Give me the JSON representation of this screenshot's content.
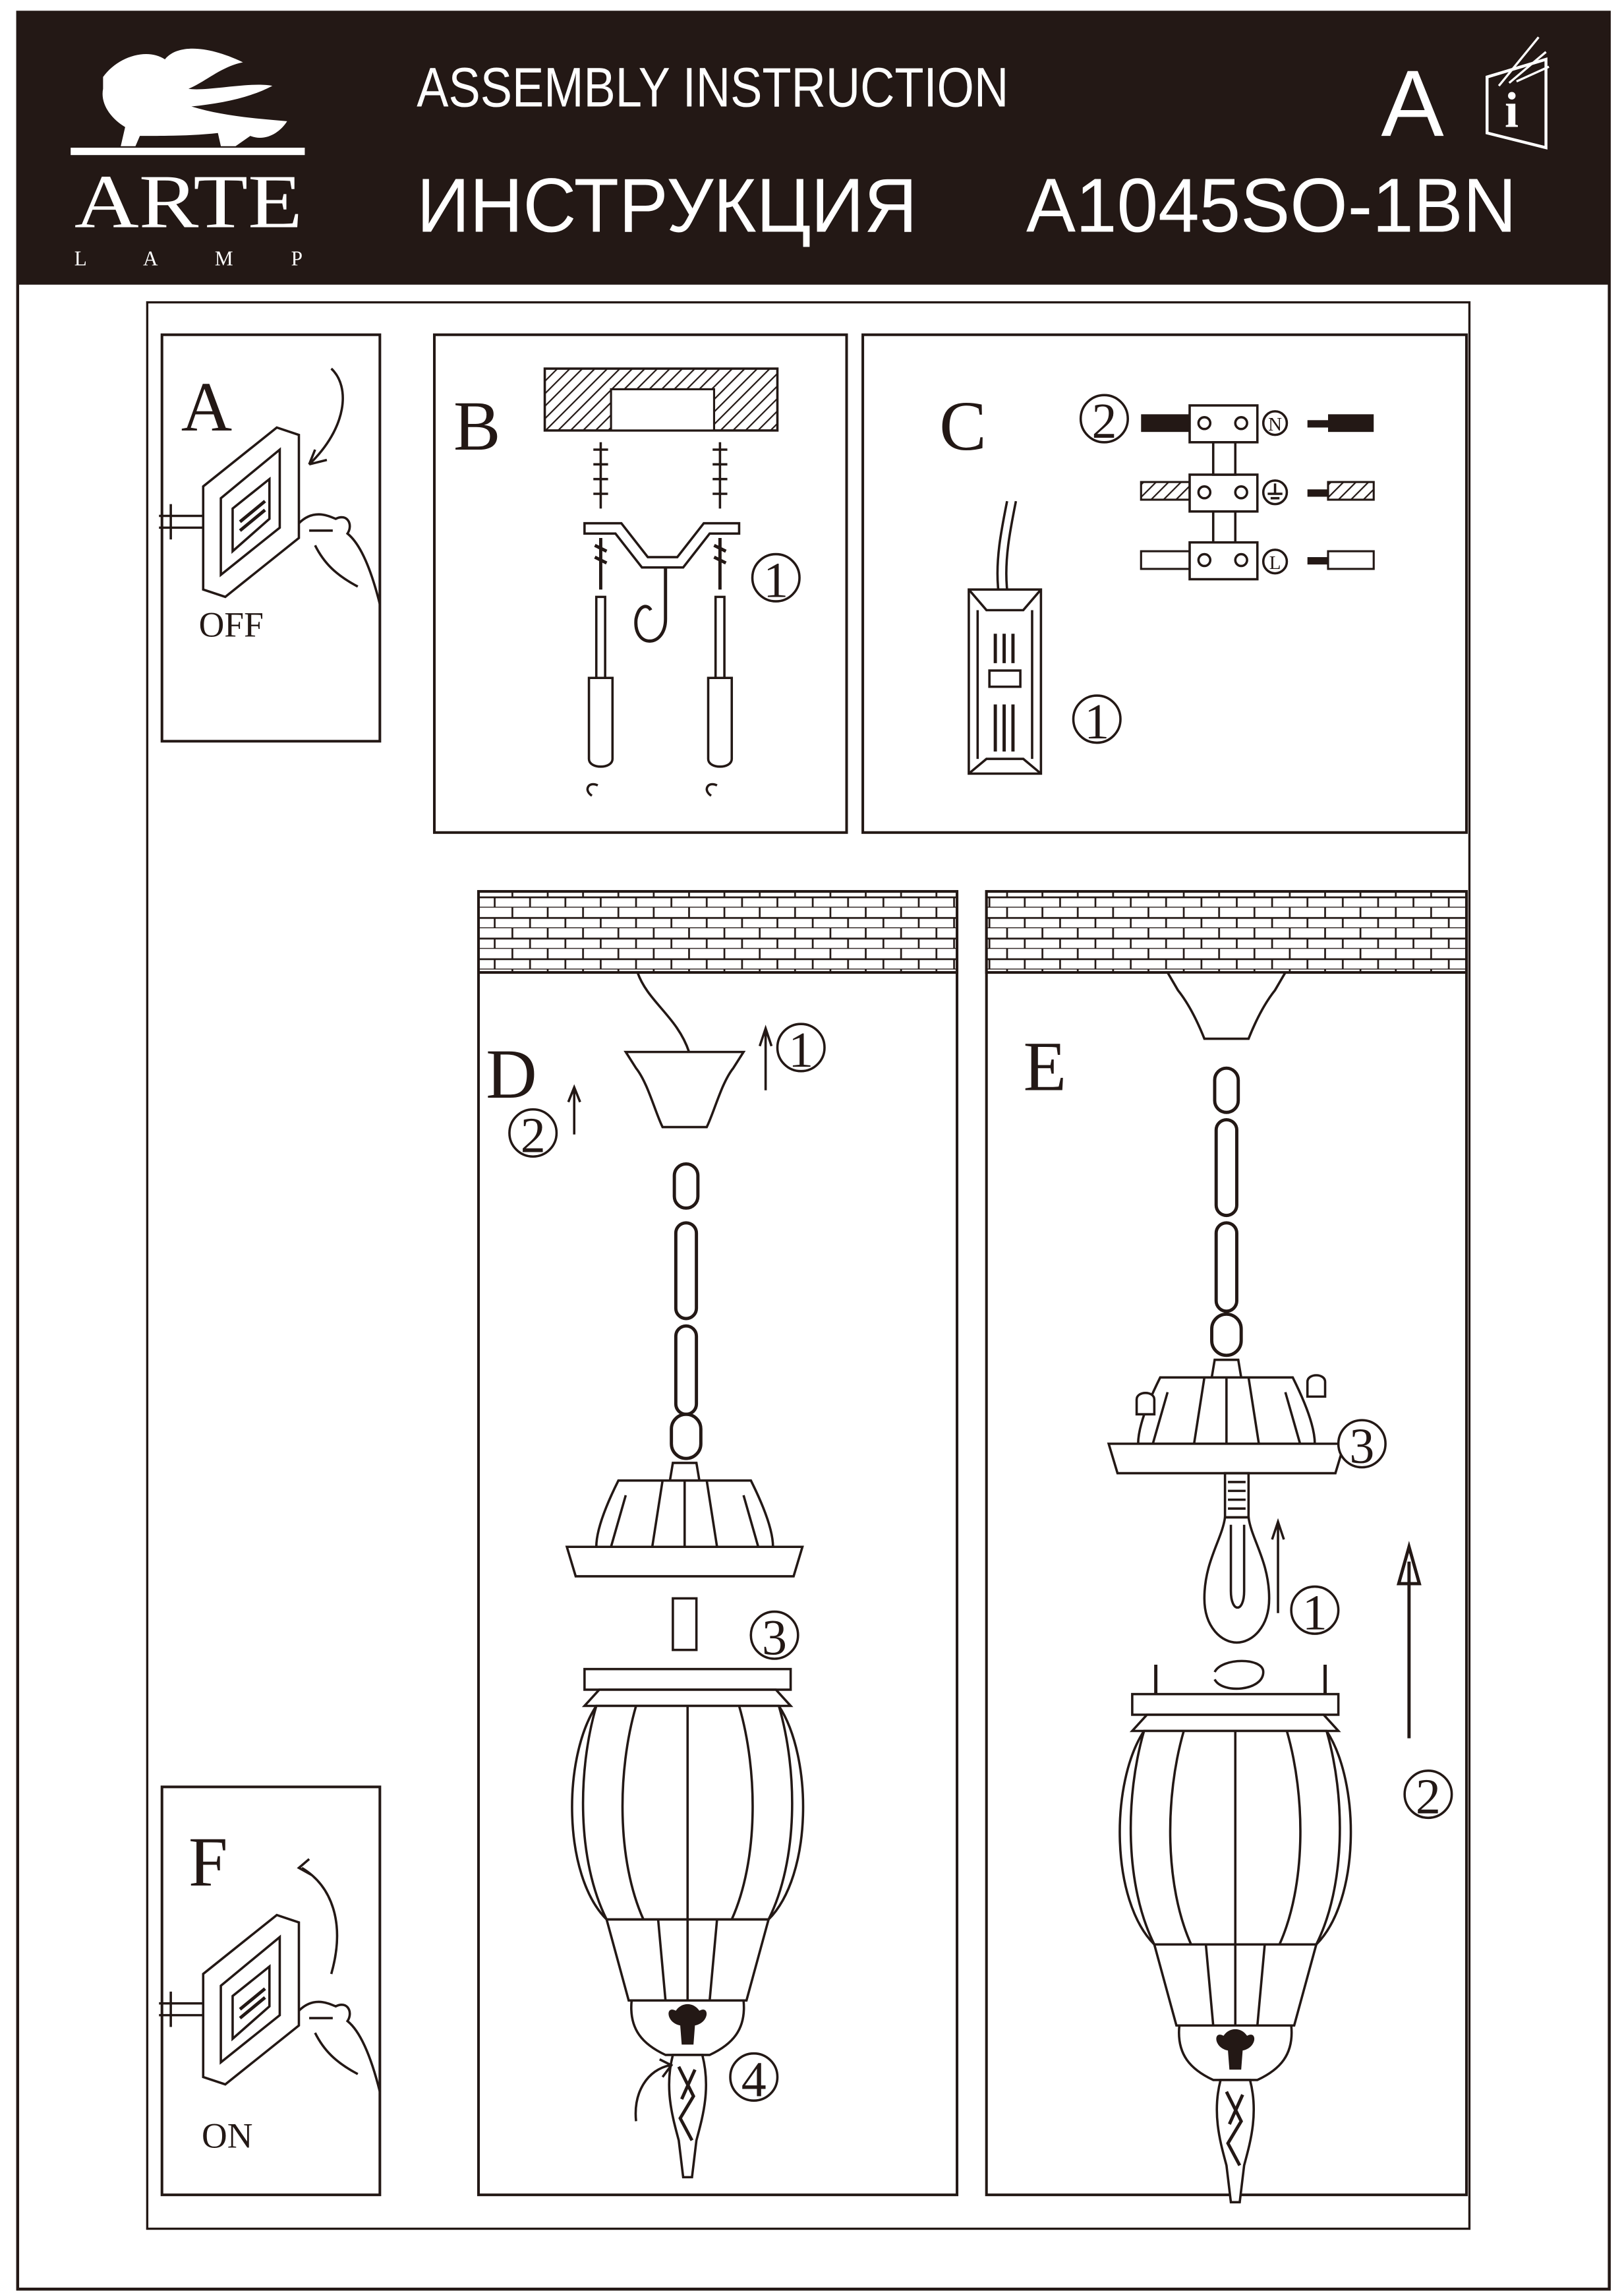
{
  "header": {
    "logo_main": "ARTE",
    "logo_sub": "L A M P",
    "title_en": "ASSEMBLY INSTRUCTION",
    "title_ru": "ИНСТРУКЦИЯ",
    "model": "A1045SO-1BN",
    "language_code": "A",
    "info_icon": "book-info-icon"
  },
  "colors": {
    "band": "#231815",
    "ink": "#231815",
    "paper": "#ffffff"
  },
  "panels": {
    "a": {
      "letter": "A",
      "caption": "OFF"
    },
    "b": {
      "letter": "B",
      "steps": [
        "1"
      ]
    },
    "c": {
      "letter": "C",
      "steps": [
        "1",
        "2"
      ],
      "terminals": [
        "N",
        "L"
      ]
    },
    "d": {
      "letter": "D",
      "steps": [
        "1",
        "2",
        "3",
        "4"
      ]
    },
    "e": {
      "letter": "E",
      "steps": [
        "1",
        "2",
        "3"
      ]
    },
    "f": {
      "letter": "F",
      "caption": "ON"
    }
  }
}
